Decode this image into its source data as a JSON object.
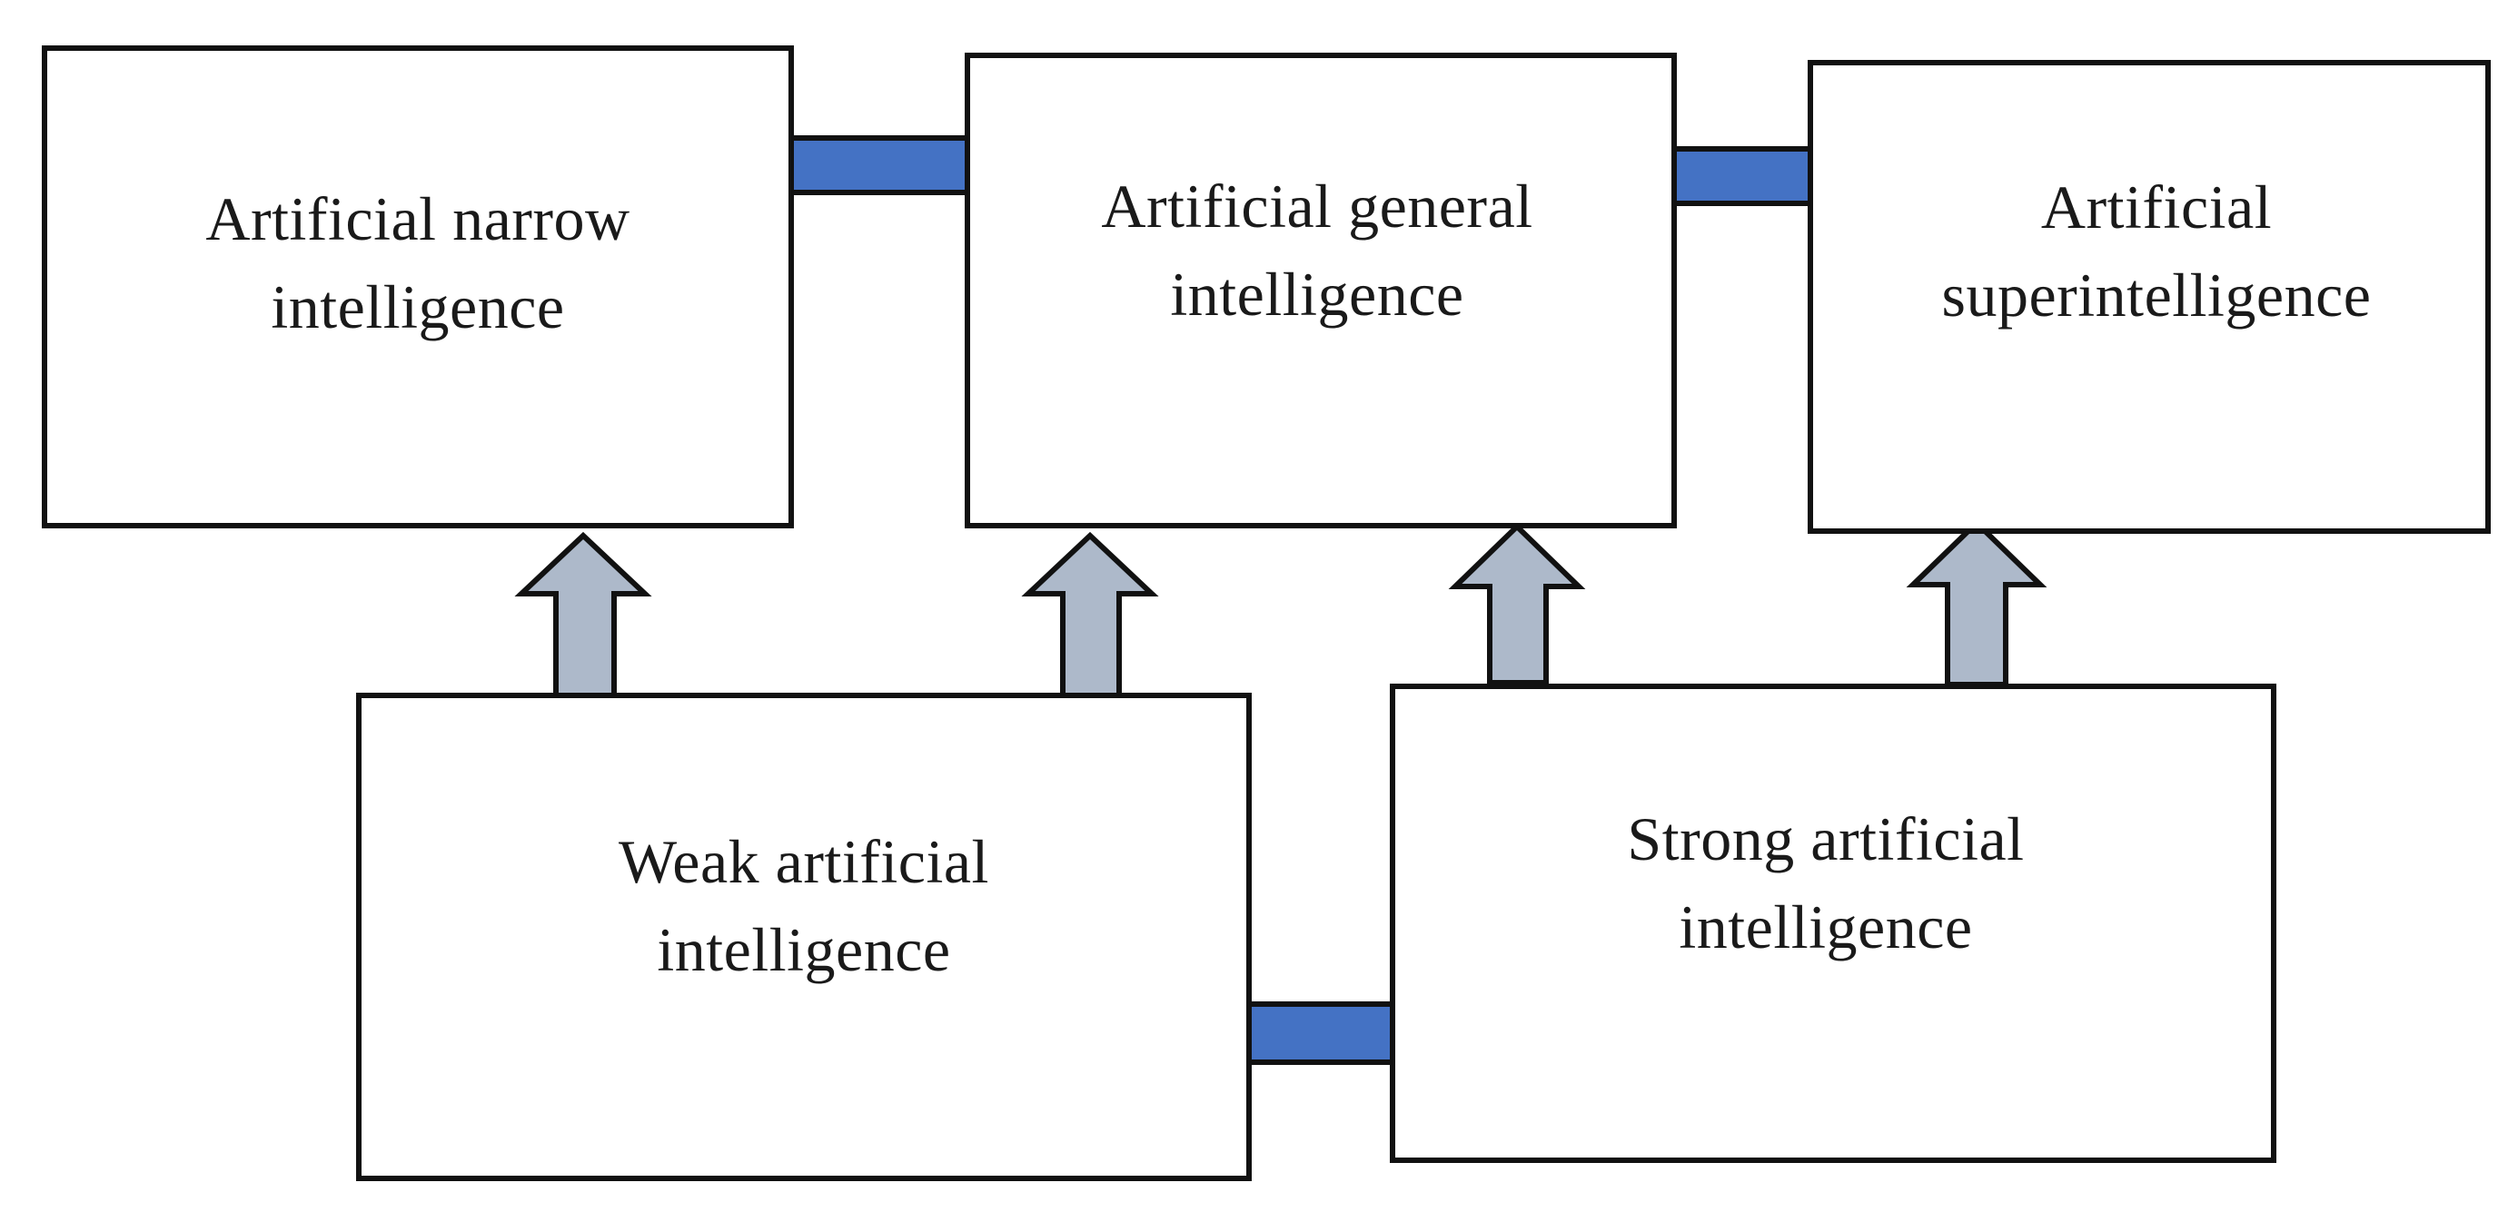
{
  "diagram": {
    "nodes": {
      "ani": {
        "label": "Artificial narrow\nintelligence"
      },
      "agi": {
        "label": "Artificial general\nintelligence"
      },
      "asi": {
        "label": "Artificial\nsuperintelligence"
      },
      "weak": {
        "label": "Weak artificial\nintelligence"
      },
      "strong": {
        "label": "Strong artificial\nintelligence"
      }
    },
    "edges": [
      {
        "from": "ani",
        "to": "agi",
        "style": "blue-right"
      },
      {
        "from": "agi",
        "to": "asi",
        "style": "blue-right"
      },
      {
        "from": "weak",
        "to": "strong",
        "style": "blue-right"
      },
      {
        "from": "weak",
        "to": "ani",
        "style": "gray-up"
      },
      {
        "from": "weak",
        "to": "agi",
        "style": "gray-up"
      },
      {
        "from": "strong",
        "to": "agi",
        "style": "gray-up"
      },
      {
        "from": "strong",
        "to": "asi",
        "style": "gray-up"
      }
    ],
    "colors": {
      "blue_arrow_fill": "#4472C4",
      "gray_arrow_fill": "#ADB9CA",
      "outline": "#111111",
      "box_fill": "#FFFFFF",
      "text": "#1A1A1A"
    }
  }
}
